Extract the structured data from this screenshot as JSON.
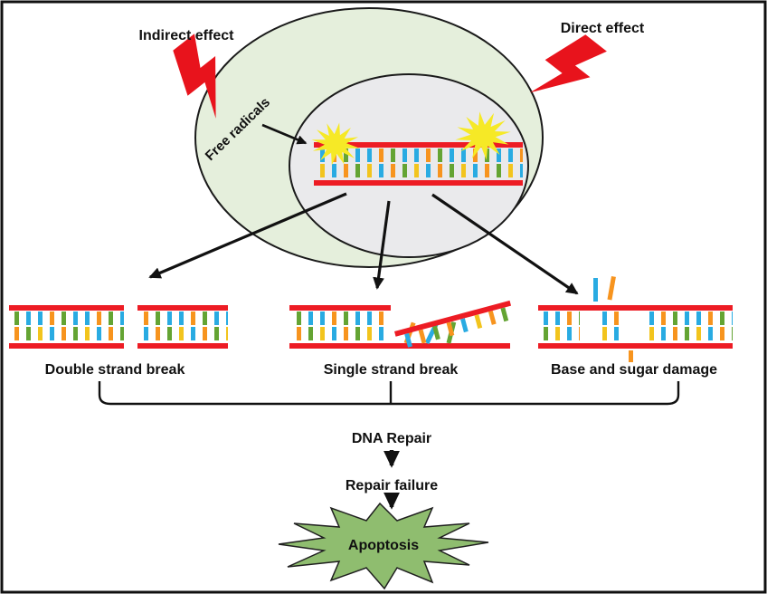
{
  "labels": {
    "indirect_effect": "Indirect effect",
    "direct_effect": "Direct effect",
    "free_radicals": "Free radicals",
    "double_strand_break": "Double strand break",
    "single_strand_break": "Single strand break",
    "base_sugar_damage": "Base and sugar damage",
    "dna_repair": "DNA Repair",
    "repair_failure": "Repair failure",
    "apoptosis": "Apoptosis"
  },
  "colors": {
    "cell_fill": "#e5efdc",
    "nucleus_fill": "#eaeaec",
    "strand_red": "#ed1c24",
    "bolt_red": "#e8131c",
    "burst_yellow": "#f6e926",
    "apoptosis_green": "#8fbd6f",
    "base_blue": "#29abe2",
    "base_orange": "#f7941e",
    "base_green": "#64a433",
    "base_yellow": "#f2c41d",
    "line_black": "#111111"
  }
}
